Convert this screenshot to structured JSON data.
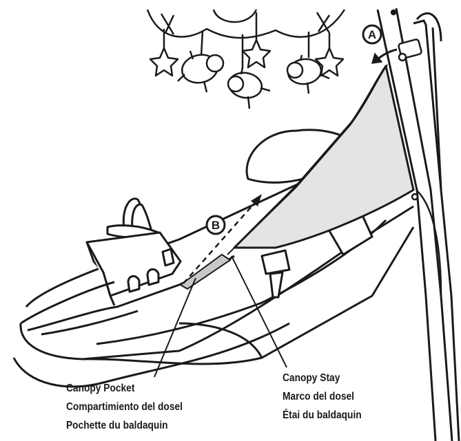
{
  "markers": {
    "a": "A",
    "b": "B"
  },
  "callouts": {
    "canopy_pocket": {
      "en": "Canopy Pocket",
      "es": "Compartimiento del dosel",
      "fr": "Pochette du baldaquin"
    },
    "canopy_stay": {
      "en": "Canopy Stay",
      "es": "Marco del dosel",
      "fr": "Étai du baldaquin"
    }
  },
  "colors": {
    "line": "#1a1a1a",
    "canopy_fill": "#e4e4e4",
    "pocket_fill": "#c8c8c8"
  }
}
